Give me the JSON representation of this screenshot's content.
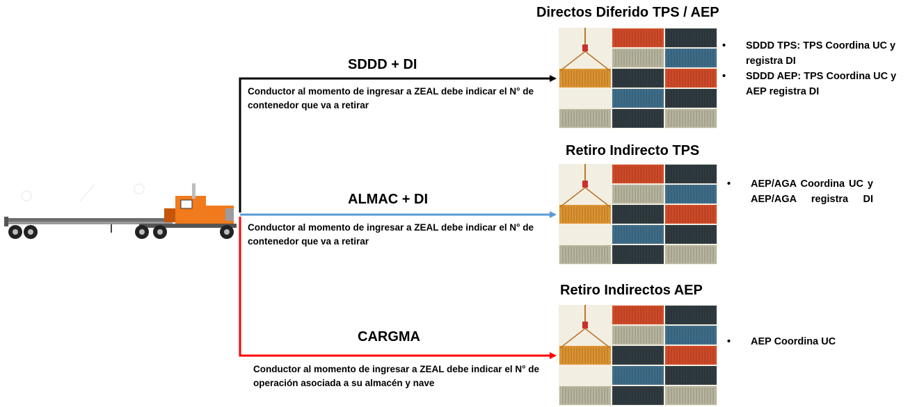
{
  "routes": [
    {
      "label": "SDDD + DI",
      "note": "Conductor al momento de ingresar a ZEAL debe indicar el N° de contenedor que va a retirar",
      "color": "#000000"
    },
    {
      "label": "ALMAC + DI",
      "note": "Conductor al momento de ingresar a ZEAL debe indicar el N° de contenedor que va a retirar",
      "color": "#5b9bd5"
    },
    {
      "label": "CARGMA",
      "note": "Conductor al momento de ingresar a ZEAL debe indicar el N° de operación asociada a su almacén y nave",
      "color": "#ff0000"
    }
  ],
  "sections": [
    {
      "title": "Directos Diferido TPS / AEP",
      "bullets": [
        "SDDD TPS: TPS Coordina UC y registra DI",
        "SDDD AEP: TPS Coordina UC y AEP registra DI"
      ]
    },
    {
      "title": "Retiro Indirecto TPS",
      "bullets": [
        "AEP/AGA Coordina UC y AEP/AGA registra DI"
      ]
    },
    {
      "title": "Retiro Indirectos AEP",
      "bullets": [
        "AEP Coordina UC"
      ]
    }
  ],
  "icons": {
    "truck": "truck-icon",
    "yard": "container-yard-icon"
  },
  "colors": {
    "cab": "#f07a1c",
    "cabDark": "#c4560c",
    "trailer": "#7a7a7a",
    "tire": "#222222",
    "containers": [
      "#d04a28",
      "#2f3b40",
      "#b8b59f",
      "#3f6d8a",
      "#dd9330"
    ]
  }
}
